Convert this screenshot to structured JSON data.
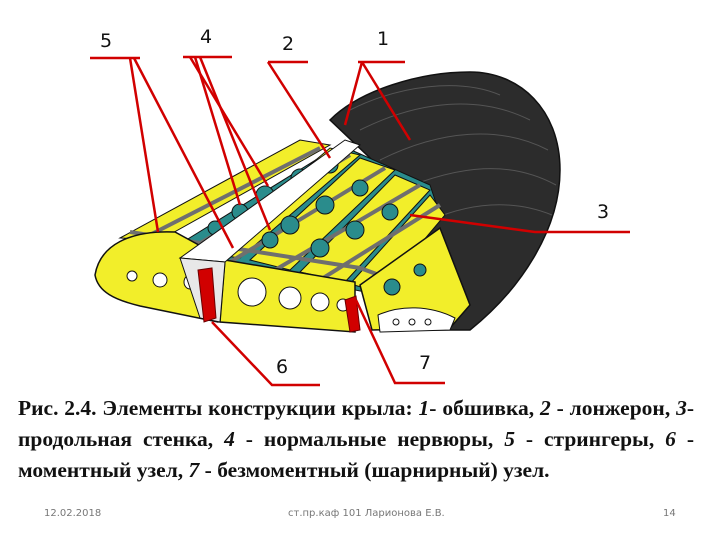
{
  "callouts": {
    "c1": "1",
    "c2": "2",
    "c3": "3",
    "c4": "4",
    "c5": "5",
    "c6": "6",
    "c7": "7"
  },
  "caption": {
    "prefix": "Рис. 2.4. Элементы конструкции крыла: ",
    "n1": "1",
    "t1": "- обшивка, ",
    "n2": "2",
    "t2": " - лонжерон, ",
    "n3": "3",
    "t3": "- продольная стенка, ",
    "n4": "4",
    "t4": " - нормальные нервюры, ",
    "n5": "5",
    "t5": " - стрингеры, ",
    "n6": "6",
    "t6": " - моментный узел, ",
    "n7": "7",
    "t7": " - безмоментный (шарнирный) узел."
  },
  "footer": {
    "date": "12.02.2018",
    "author": "ст.пр.каф 101 Ларионова Е.В.",
    "page": "14"
  },
  "colors": {
    "rib_yellow": "#f2ee2a",
    "skin_dark": "#2a2a2a",
    "teal": "#2a8c8c",
    "leader_red": "#d10000"
  }
}
